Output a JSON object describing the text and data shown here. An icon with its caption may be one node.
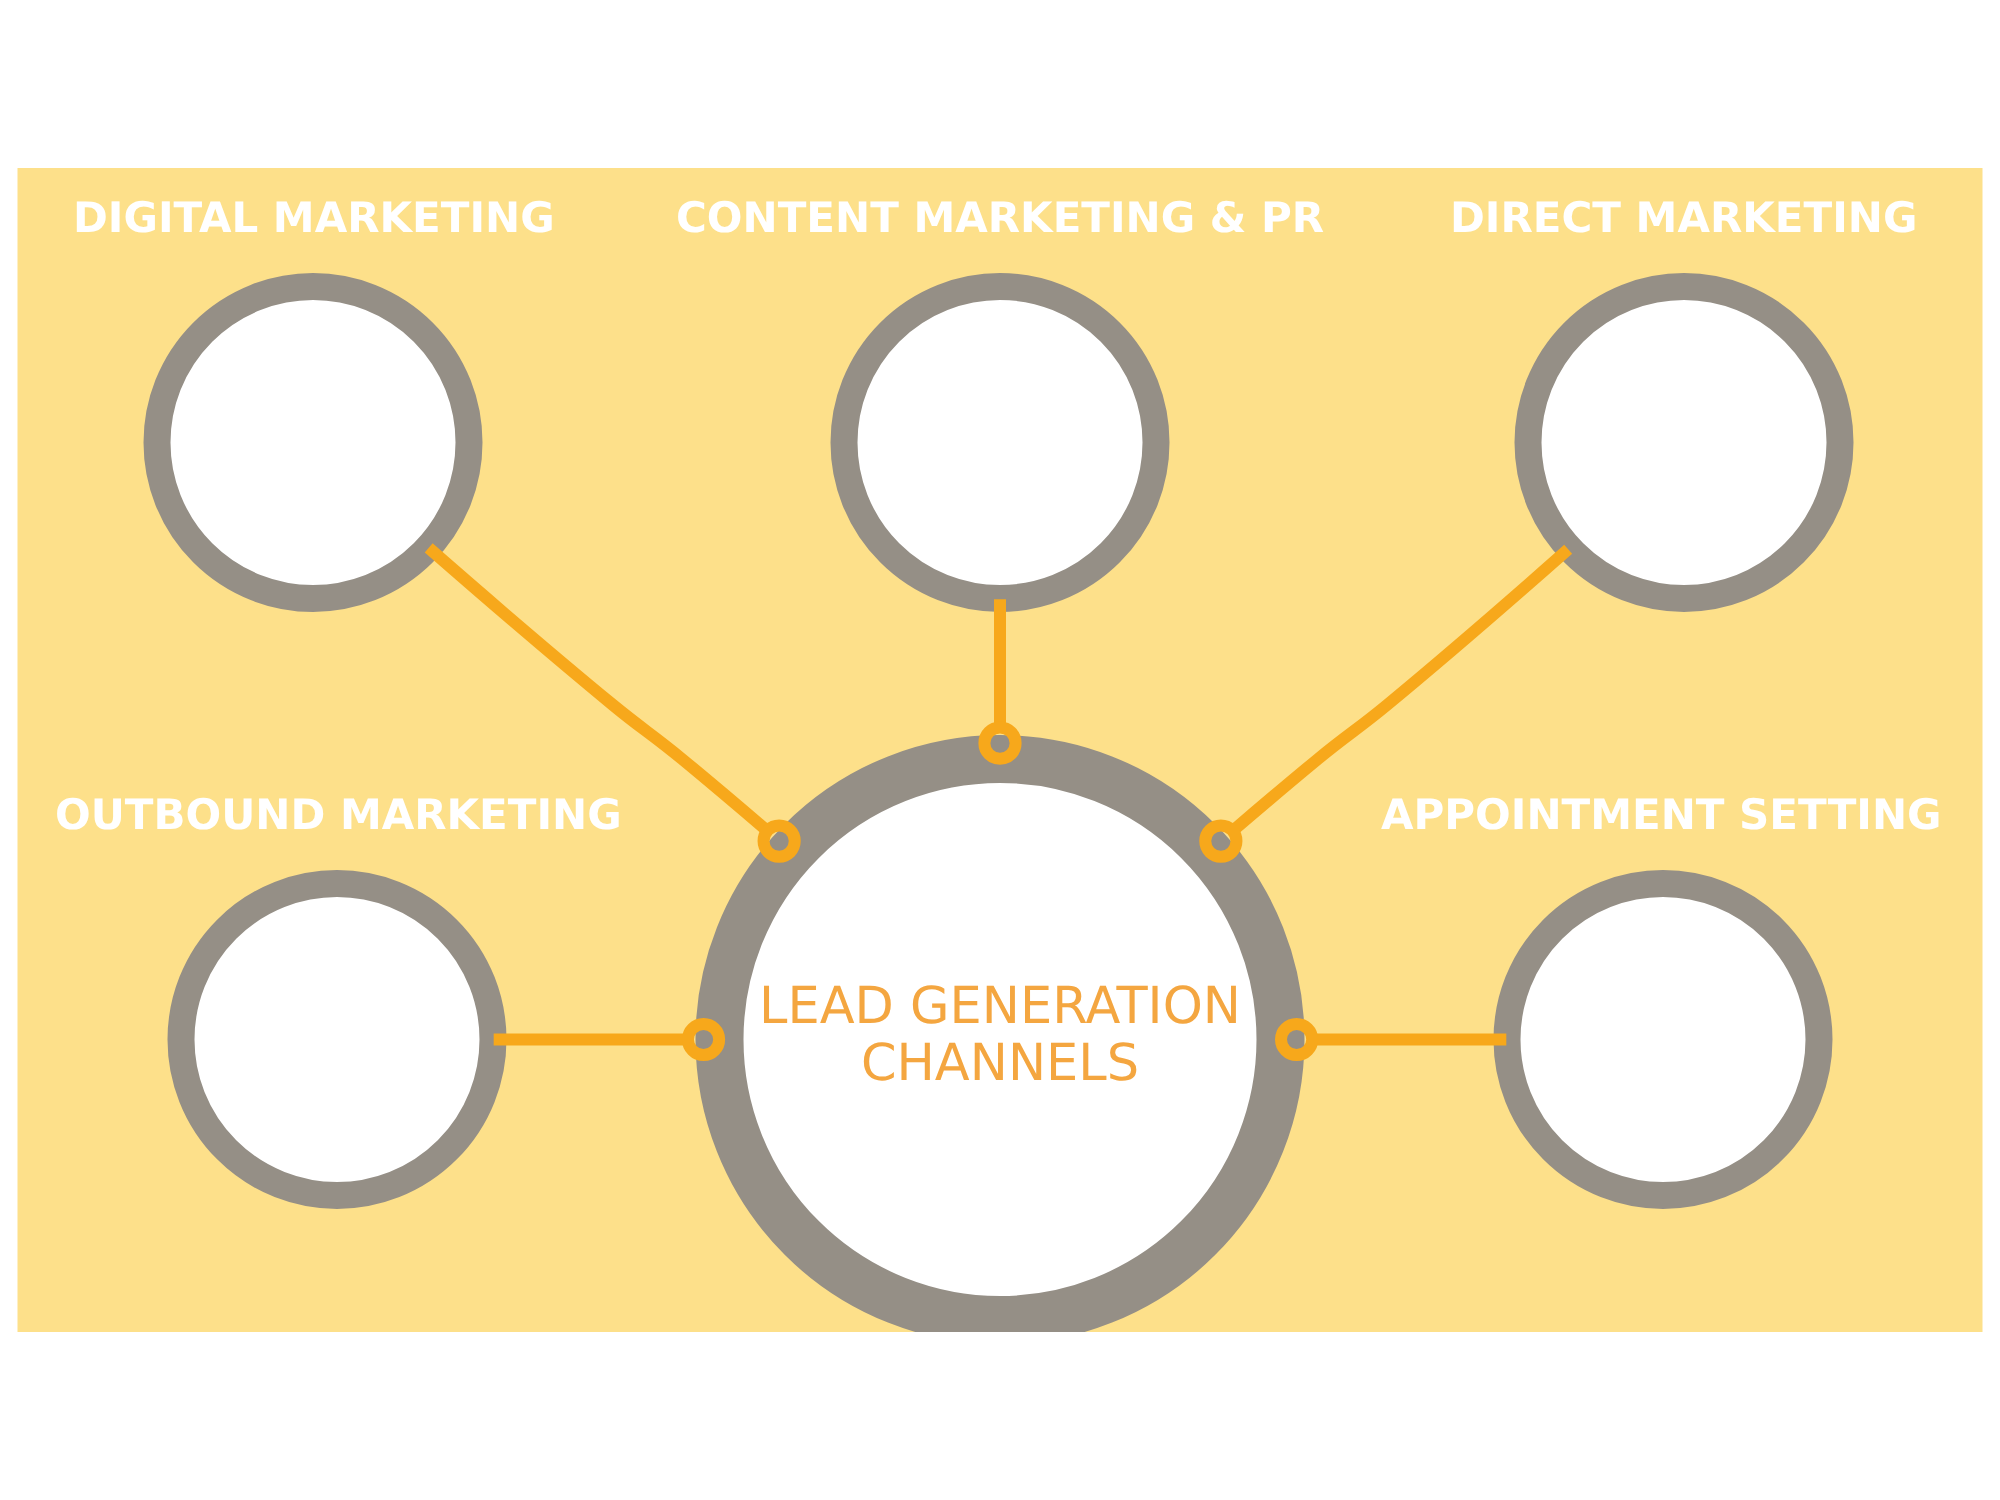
{
  "diagram": {
    "nodes": [
      {
        "text": [
          "DIGITAL MARKETING"
        ]
      },
      {
        "text": [
          "CONTENT MARKETING & PR"
        ]
      },
      {
        "text": [
          "DIRECT MARKETING"
        ]
      },
      {
        "text": [
          "OUTBOUND MARKETING"
        ]
      },
      {
        "text": [
          "LEAD GENERATION CHANNELS"
        ]
      },
      {
        "text": [
          "APPOINTMENT SETTING"
        ]
      }
    ],
    "edges": [
      {
        "from": 0,
        "to": 4,
        "arrow": "other"
      },
      {
        "from": 1,
        "to": 4,
        "arrow": "other"
      },
      {
        "from": 2,
        "to": 4,
        "arrow": "other"
      },
      {
        "from": 3,
        "to": 4,
        "arrow": "other"
      },
      {
        "from": 5,
        "to": 4,
        "arrow": "other"
      }
    ]
  }
}
